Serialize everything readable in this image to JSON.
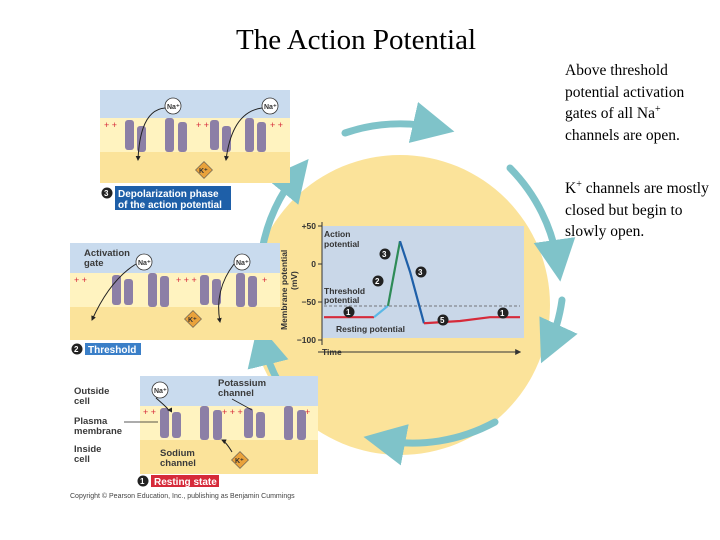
{
  "slide": {
    "title": "The Action Potential",
    "text1_a": "Above threshold potential activation gates of all Na",
    "text1_sup": "+",
    "text1_b": " channels are open.",
    "text2_a": "K",
    "text2_sup": "+",
    "text2_b": " channels are mostly closed but begin to slowly open."
  },
  "figure": {
    "panel_depolarization": {
      "number": "3",
      "caption": "Depolarization phase of the action potential",
      "caption_line1": "Depolarization phase",
      "caption_line2": "of the action potential",
      "ion_na": "Na⁺",
      "ion_k": "K⁺"
    },
    "panel_threshold": {
      "number": "2",
      "caption": "Threshold",
      "activation_gate": "Activation gate",
      "activation_line1": "Activation",
      "activation_line2": "gate",
      "ion_na": "Na⁺",
      "ion_k": "K⁺"
    },
    "panel_resting": {
      "number": "1",
      "caption": "Resting state",
      "outside_cell": "Outside cell",
      "outside_line1": "Outside",
      "outside_line2": "cell",
      "plasma_line1": "Plasma",
      "plasma_line2": "membrane",
      "inside_line1": "Inside",
      "inside_line2": "cell",
      "potassium_line1": "Potassium",
      "potassium_line2": "channel",
      "sodium_line1": "Sodium",
      "sodium_line2": "channel",
      "ion_na": "Na⁺",
      "ion_k": "K⁺"
    },
    "graph": {
      "ylabel_line1": "Membrane potential",
      "ylabel_line2": "(mV)",
      "yticks": [
        "+50",
        "0",
        "−50",
        "−100"
      ],
      "xlabel": "Time",
      "action_potential_line1": "Action",
      "action_potential_line2": "potential",
      "threshold_line1": "Threshold",
      "threshold_line2": "potential",
      "resting_potential": "Resting potential",
      "markers": [
        "1",
        "2",
        "3",
        "5",
        "1"
      ]
    },
    "copyright": "Copyright © Pearson Education, Inc., publishing as Benjamin Cummings"
  },
  "chart_data": {
    "type": "line",
    "xlabel": "Time",
    "ylabel": "Membrane potential (mV)",
    "ylim": [
      -100,
      50
    ],
    "yticks": [
      50,
      0,
      -50,
      -100
    ],
    "series": [
      {
        "values": [
          -70,
          -70,
          -70,
          -55,
          30,
          -10,
          -78,
          -75,
          -70,
          -70
        ]
      }
    ]
  },
  "colors": {
    "cytoplasm": "#fbe39a",
    "membrane": "#fff3c0",
    "panel": "#c9dbee",
    "channel": "#8c7fa6",
    "cycle": "#7fc3c9",
    "graph_bg": "#c9d7e8",
    "resting": "#d62a3a",
    "depol": "#2e8b57",
    "repol": "#1e5fa8"
  }
}
